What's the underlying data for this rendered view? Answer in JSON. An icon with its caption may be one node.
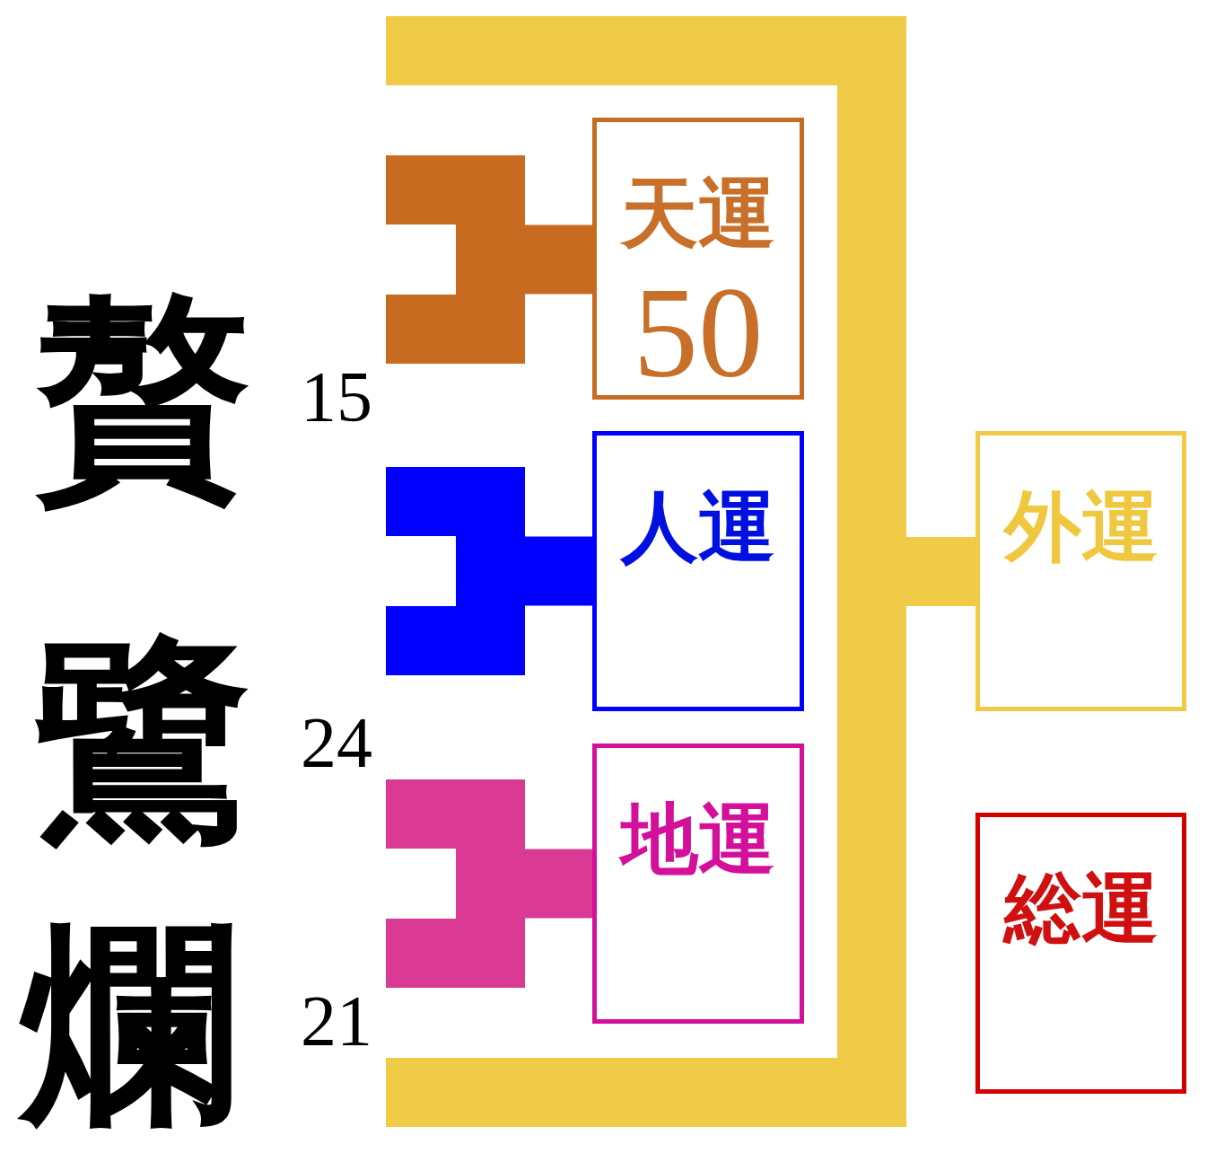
{
  "diagram": {
    "nodes": [
      {
        "text": [
          "天運",
          "50"
        ]
      },
      {
        "text": [
          "人運"
        ]
      },
      {
        "text": [
          "地運"
        ]
      },
      {
        "text": [
          "外運"
        ]
      },
      {
        "text": [
          "総運"
        ]
      }
    ],
    "edges": [
      {
        "from": null,
        "to": 0,
        "arrow": "none",
        "color": "#c76b20"
      },
      {
        "from": null,
        "to": 1,
        "arrow": "none",
        "color": "#0000ff"
      },
      {
        "from": null,
        "to": 2,
        "arrow": "none",
        "color": "#db3a94"
      },
      {
        "from": null,
        "to": 3,
        "arrow": "none",
        "color": "#efcb48"
      }
    ],
    "labels": [
      "贅",
      "15",
      "鷺",
      "24",
      "爛",
      "21"
    ]
  }
}
